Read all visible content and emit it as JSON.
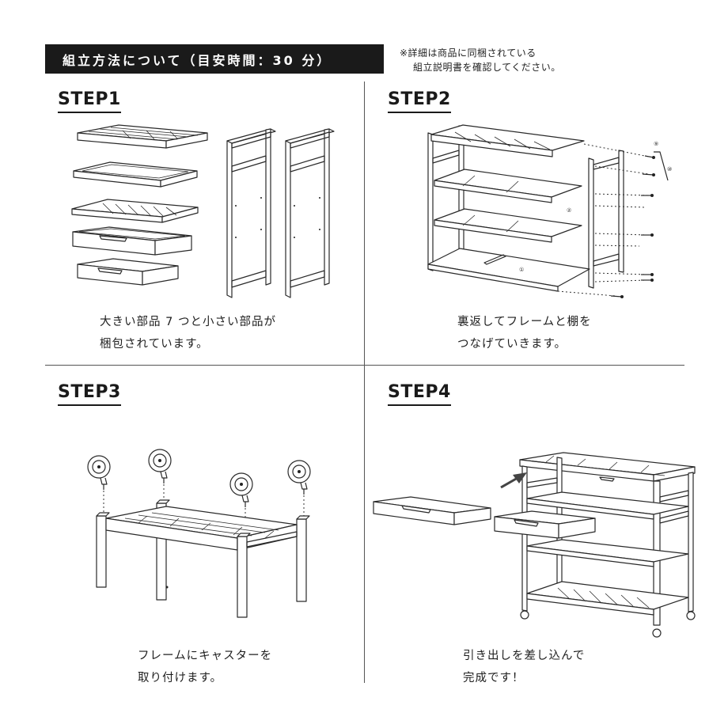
{
  "header": {
    "title": "組立方法について（目安時間：30 分）",
    "note_line1": "※詳細は商品に同梱されている",
    "note_line2": "組立説明書を確認してください。"
  },
  "steps": [
    {
      "label": "STEP1",
      "caption_line1": "大きい部品 7 つと小さい部品が",
      "caption_line2": "梱包されています。"
    },
    {
      "label": "STEP2",
      "caption_line1": "裏返してフレームと棚を",
      "caption_line2": "つなげていきます。"
    },
    {
      "label": "STEP3",
      "caption_line1": "フレームにキャスターを",
      "caption_line2": "取り付けます。"
    },
    {
      "label": "STEP4",
      "caption_line1": "引き出しを差し込んで",
      "caption_line2": "完成です！"
    }
  ],
  "part_labels": {
    "p1": "①",
    "p2": "②",
    "p9": "⑨",
    "p10": "⑩"
  },
  "icons": {
    "arrow": "insert-arrow-icon"
  }
}
